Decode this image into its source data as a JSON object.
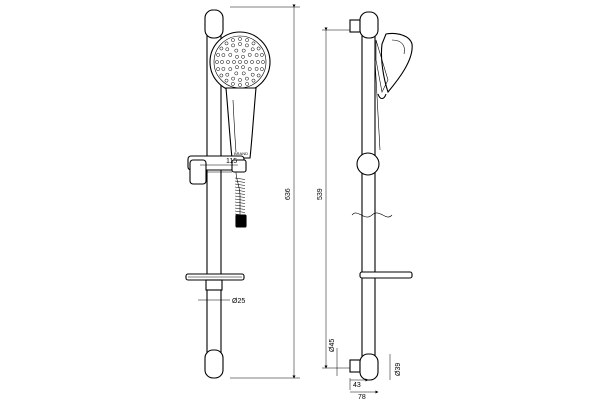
{
  "dimensions": {
    "front_height": "636",
    "clamp_offset": "115",
    "bar_diameter": "Ø25",
    "side_height": "539",
    "bracket_diameter_45": "Ø45",
    "bracket_diameter_39": "Ø39",
    "depth_43": "43",
    "depth_78": "78"
  },
  "logo": {
    "text": "BRAND"
  }
}
